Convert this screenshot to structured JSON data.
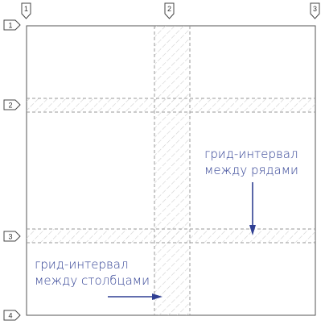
{
  "columns": {
    "lines": [
      "1",
      "2",
      "3"
    ]
  },
  "rows": {
    "lines": [
      "1",
      "2",
      "3",
      "4"
    ]
  },
  "annotations": {
    "row_gap": [
      "грид-интервал",
      "между рядами"
    ],
    "column_gap": [
      "грид-интервал",
      "между столбцами"
    ]
  },
  "colors": {
    "border": "#555555",
    "gap_hatch": "#d0d0d0",
    "gap_edge": "#9a9a9a",
    "annotation": "#2f3f93",
    "arrow": "#2f3f93"
  }
}
